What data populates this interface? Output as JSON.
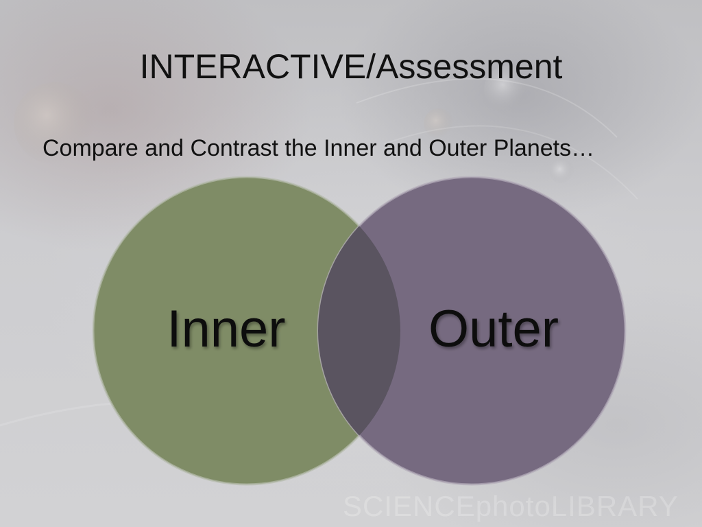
{
  "slide": {
    "title": "INTERACTIVE/Assessment",
    "body": "Compare and Contrast the Inner and Outer Planets…",
    "watermark": "SCIENCEphotoLIBRARY"
  },
  "venn": {
    "left_label": "Inner",
    "right_label": "Outer",
    "colors": {
      "left_fill": "#7f8c66",
      "right_fill": "#766a80",
      "overlap_fill": "#5a5460",
      "label": "#111111"
    }
  },
  "icons": {
    "background": "planets-photo-background"
  }
}
